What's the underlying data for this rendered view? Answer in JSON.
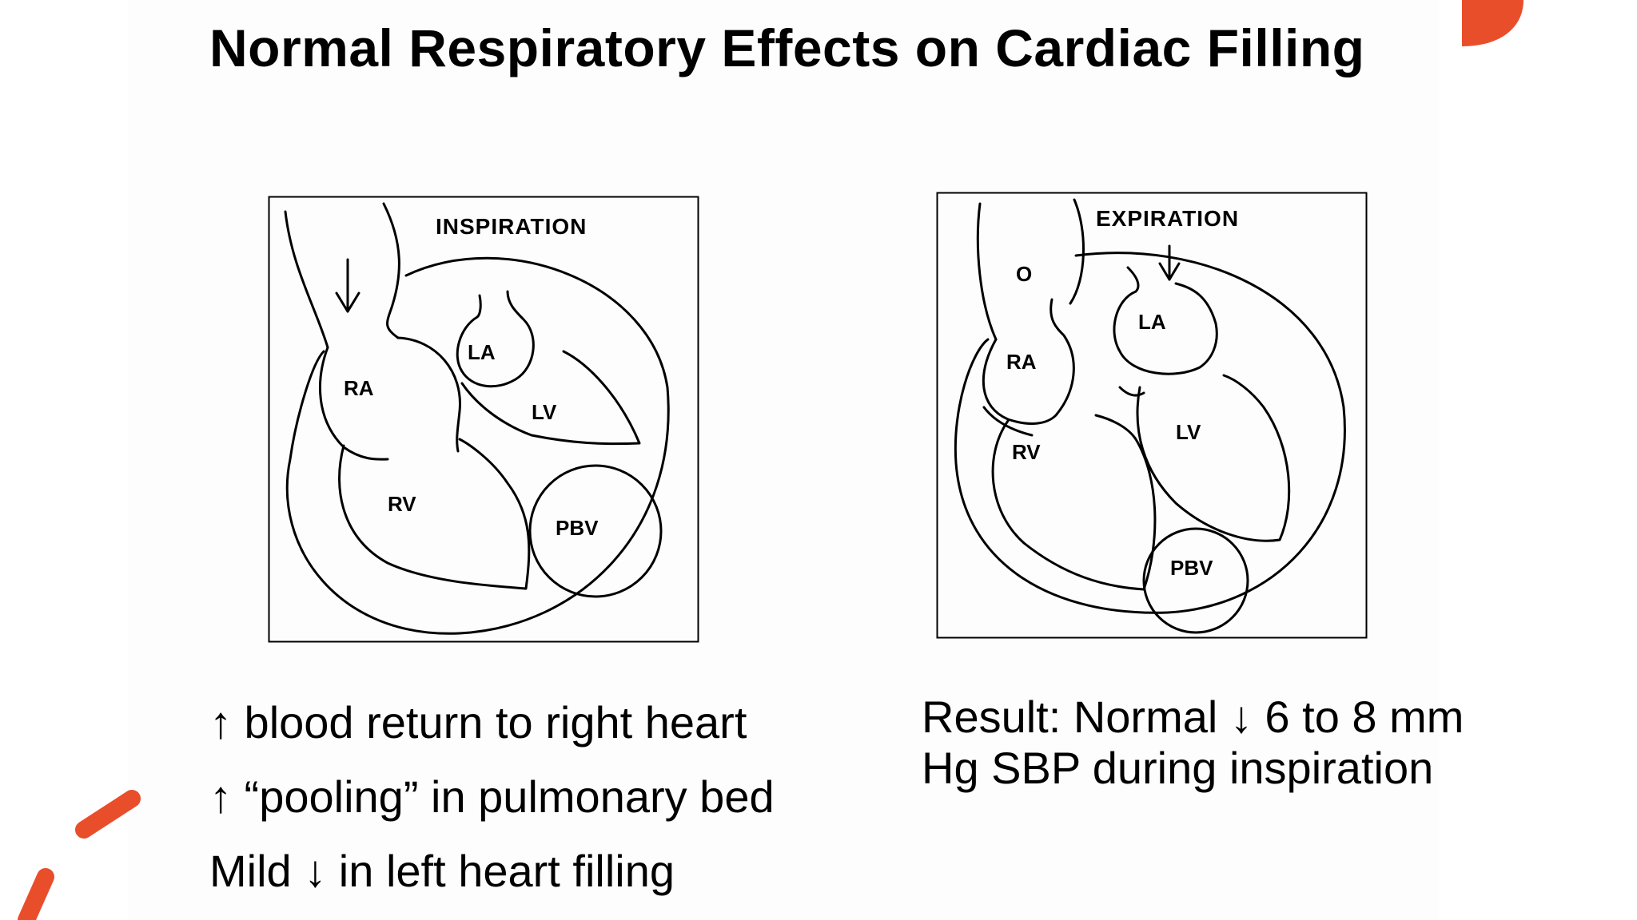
{
  "slide": {
    "title": "Normal Respiratory Effects on Cardiac Filling",
    "accent_color": "#e94e2b"
  },
  "inspiration_panel": {
    "heading": "INSPIRATION",
    "labels": {
      "ra": "RA",
      "rv": "RV",
      "la": "LA",
      "lv": "LV",
      "pbv": "PBV"
    }
  },
  "expiration_panel": {
    "heading": "EXPIRATION",
    "labels": {
      "o": "O",
      "ra": "RA",
      "rv": "RV",
      "la": "LA",
      "lv": "LV",
      "pbv": "PBV"
    }
  },
  "inspiration_notes": [
    "↑ blood return to right heart",
    "↑ “pooling” in pulmonary bed",
    "Mild ↓ in left heart filling"
  ],
  "result_text": "Result:  Normal ↓ 6 to 8 mm Hg SBP during inspiration"
}
